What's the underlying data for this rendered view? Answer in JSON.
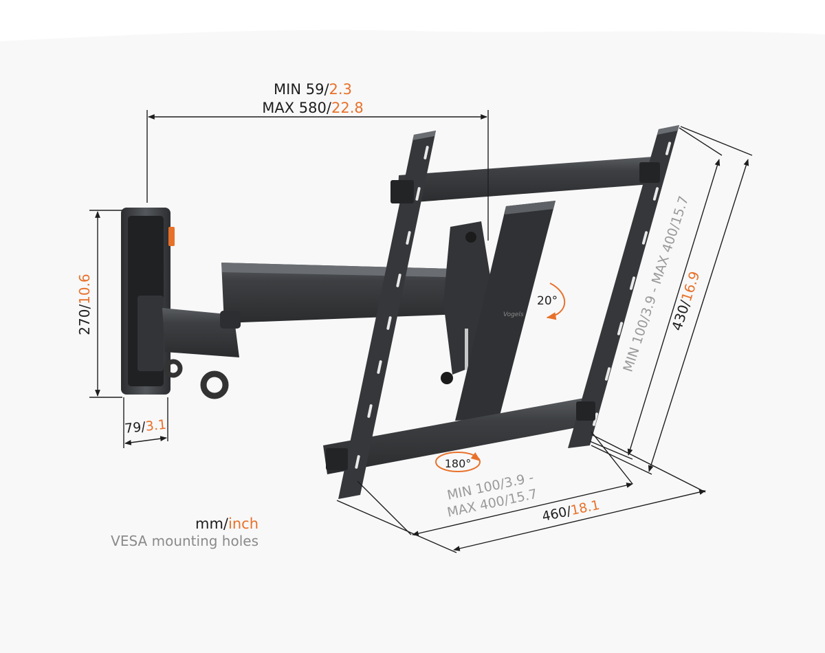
{
  "colors": {
    "text_dark": "#1e1e1e",
    "text_gray": "#9a9a9a",
    "accent": "#e8712a",
    "metal": "#3d3f42",
    "metal_dark": "#26282a",
    "dim_line": "#1e1e1e",
    "bg_gray": "#f4f4f4"
  },
  "dimensions": {
    "depth_min": {
      "mm": "MIN 59/",
      "inch": "2.3"
    },
    "depth_max": {
      "mm": "MAX 580/",
      "inch": "22.8"
    },
    "wall_height": {
      "mm": "270/",
      "inch": "10.6"
    },
    "wall_width": {
      "mm": "79/",
      "inch": "3.1"
    },
    "vesa_vertical": {
      "text": "MIN 100/3.9 - MAX 400/15.7"
    },
    "frame_height": {
      "mm": "430/",
      "inch": "16.9"
    },
    "vesa_horizontal_line1": {
      "text": "MIN 100/3.9 -"
    },
    "vesa_horizontal_line2": {
      "text": "MAX 400/15.7"
    },
    "frame_width": {
      "mm": "460/",
      "inch": "18.1"
    }
  },
  "rotation": {
    "tilt": "20°",
    "rotate": "180°"
  },
  "legend": {
    "unit_mm": "mm/",
    "unit_inch": "inch",
    "caption": "VESA mounting holes"
  }
}
